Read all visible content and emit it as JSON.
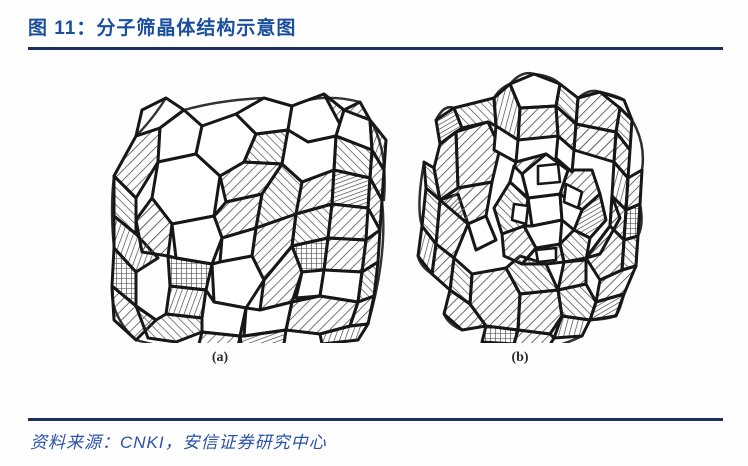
{
  "document": {
    "background_color": "#fefefe"
  },
  "header": {
    "title": "图 11：分子筛晶体结构示意图",
    "title_color": "#1a4e9e",
    "rule_color": "#1d2f5e"
  },
  "figure": {
    "subject": "zeolite molecular sieve crystal framework structures",
    "panels": [
      {
        "id": "a",
        "caption": "(a)",
        "description": "cubic zeolite A type framework of linked sodalite cages with hatched polyhedral faces"
      },
      {
        "id": "b",
        "caption": "(b)",
        "description": "faujasite type framework with central supercage opening and hatched polyhedral faces"
      }
    ],
    "ink_color": "#1a1a1a",
    "hatch_color": "#555555"
  },
  "footer": {
    "source_label": "资料来源：",
    "source_text": "资料来源：CNKI，安信证券研究中心",
    "text_color": "#2a52a8",
    "rule_color": "#1d2f5e"
  }
}
